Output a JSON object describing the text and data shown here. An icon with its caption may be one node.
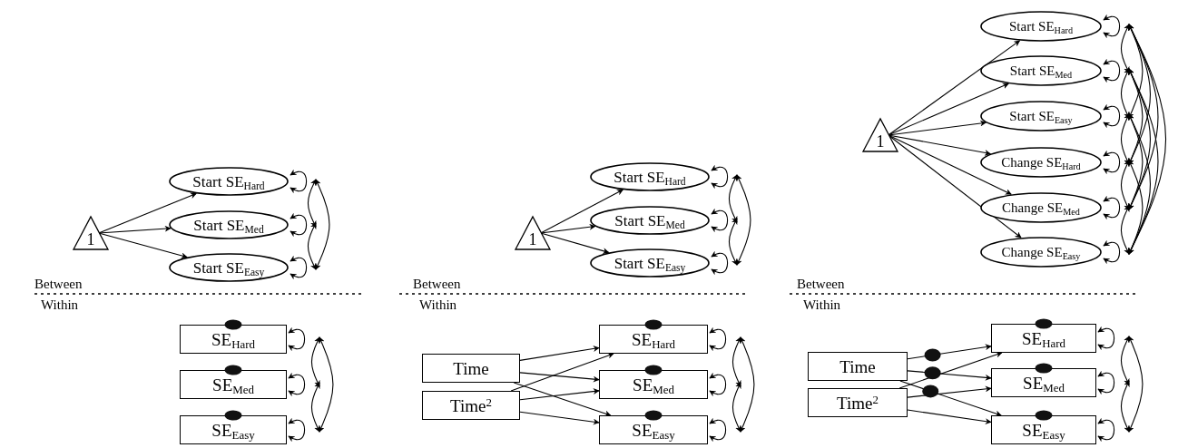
{
  "diagram": {
    "nodes": [
      {
        "text": [
          "1"
        ]
      },
      {
        "text": [
          "Start SE$_{Hard}$"
        ]
      },
      {
        "text": [
          "Start SE$_{Med}$"
        ]
      },
      {
        "text": [
          "Start SE$_{Easy}$"
        ]
      },
      {
        "text": [
          "SE$_{Hard}$"
        ]
      },
      {
        "text": [
          "SE$_{Med}$"
        ]
      },
      {
        "text": [
          "SE$_{Easy}$"
        ]
      },
      {
        "text": [
          "1"
        ]
      },
      {
        "text": [
          "Start SE$_{Hard}$"
        ]
      },
      {
        "text": [
          "Start SE$_{Med}$"
        ]
      },
      {
        "text": [
          "Start SE$_{Easy}$"
        ]
      },
      {
        "text": [
          "Time"
        ]
      },
      {
        "text": [
          "Time$^{2}$"
        ]
      },
      {
        "text": [
          "SE$_{Hard}$"
        ]
      },
      {
        "text": [
          "SE$_{Med}$"
        ]
      },
      {
        "text": [
          "SE$_{Easy}$"
        ]
      },
      {
        "text": [
          "1"
        ]
      },
      {
        "text": [
          "Start SE$_{Hard}$"
        ]
      },
      {
        "text": [
          "Start SE$_{Med}$"
        ]
      },
      {
        "text": [
          "Start SE$_{Easy}$"
        ]
      },
      {
        "text": [
          "Change SE$_{Hard}$"
        ]
      },
      {
        "text": [
          "Change SE$_{Med}$"
        ]
      },
      {
        "text": [
          "Change SE$_{Easy}$"
        ]
      },
      {
        "text": [
          "Time"
        ]
      },
      {
        "text": [
          "Time$^{2}$"
        ]
      },
      {
        "text": [
          "SE$_{Hard}$"
        ]
      },
      {
        "text": [
          "SE$_{Med}$"
        ]
      },
      {
        "text": [
          "SE$_{Easy}$"
        ]
      }
    ],
    "edges": [
      {
        "from": 0,
        "to": 1,
        "arrow": "to"
      },
      {
        "from": 0,
        "to": 2,
        "arrow": "to"
      },
      {
        "from": 0,
        "to": 3,
        "arrow": "to"
      },
      {
        "from": 1,
        "to": 1,
        "arrow": "both"
      },
      {
        "from": 2,
        "to": 2,
        "arrow": "both"
      },
      {
        "from": 3,
        "to": 3,
        "arrow": "both"
      },
      {
        "from": 1,
        "to": 2,
        "arrow": "both"
      },
      {
        "from": 2,
        "to": 3,
        "arrow": "both"
      },
      {
        "from": 1,
        "to": 3,
        "arrow": "both"
      },
      {
        "from": 4,
        "to": 4,
        "arrow": "both"
      },
      {
        "from": 5,
        "to": 5,
        "arrow": "both"
      },
      {
        "from": 6,
        "to": 6,
        "arrow": "both"
      },
      {
        "from": 4,
        "to": 5,
        "arrow": "both"
      },
      {
        "from": 5,
        "to": 6,
        "arrow": "both"
      },
      {
        "from": 4,
        "to": 6,
        "arrow": "both"
      },
      {
        "from": 7,
        "to": 8,
        "arrow": "to"
      },
      {
        "from": 7,
        "to": 9,
        "arrow": "to"
      },
      {
        "from": 7,
        "to": 10,
        "arrow": "to"
      },
      {
        "from": 8,
        "to": 8,
        "arrow": "both"
      },
      {
        "from": 9,
        "to": 9,
        "arrow": "both"
      },
      {
        "from": 10,
        "to": 10,
        "arrow": "both"
      },
      {
        "from": 8,
        "to": 9,
        "arrow": "both"
      },
      {
        "from": 9,
        "to": 10,
        "arrow": "both"
      },
      {
        "from": 8,
        "to": 10,
        "arrow": "both"
      },
      {
        "from": 13,
        "to": 13,
        "arrow": "both"
      },
      {
        "from": 14,
        "to": 14,
        "arrow": "both"
      },
      {
        "from": 15,
        "to": 15,
        "arrow": "both"
      },
      {
        "from": 13,
        "to": 14,
        "arrow": "both"
      },
      {
        "from": 14,
        "to": 15,
        "arrow": "both"
      },
      {
        "from": 13,
        "to": 15,
        "arrow": "both"
      },
      {
        "from": 11,
        "to": 13,
        "arrow": "to"
      },
      {
        "from": 11,
        "to": 14,
        "arrow": "to"
      },
      {
        "from": 11,
        "to": 15,
        "arrow": "to"
      },
      {
        "from": 12,
        "to": 13,
        "arrow": "to"
      },
      {
        "from": 12,
        "to": 14,
        "arrow": "to"
      },
      {
        "from": 12,
        "to": 15,
        "arrow": "to"
      },
      {
        "from": 16,
        "to": 17,
        "arrow": "to"
      },
      {
        "from": 16,
        "to": 18,
        "arrow": "to"
      },
      {
        "from": 16,
        "to": 19,
        "arrow": "to"
      },
      {
        "from": 16,
        "to": 20,
        "arrow": "to"
      },
      {
        "from": 16,
        "to": 21,
        "arrow": "to"
      },
      {
        "from": 16,
        "to": 22,
        "arrow": "to"
      },
      {
        "from": 17,
        "to": 17,
        "arrow": "both"
      },
      {
        "from": 18,
        "to": 18,
        "arrow": "both"
      },
      {
        "from": 19,
        "to": 19,
        "arrow": "both"
      },
      {
        "from": 20,
        "to": 20,
        "arrow": "both"
      },
      {
        "from": 21,
        "to": 21,
        "arrow": "both"
      },
      {
        "from": 22,
        "to": 22,
        "arrow": "both"
      },
      {
        "from": 17,
        "to": 18,
        "arrow": "both"
      },
      {
        "from": 17,
        "to": 19,
        "arrow": "both"
      },
      {
        "from": 17,
        "to": 20,
        "arrow": "both"
      },
      {
        "from": 17,
        "to": 21,
        "arrow": "both"
      },
      {
        "from": 17,
        "to": 22,
        "arrow": "both"
      },
      {
        "from": 18,
        "to": 19,
        "arrow": "both"
      },
      {
        "from": 18,
        "to": 20,
        "arrow": "both"
      },
      {
        "from": 18,
        "to": 21,
        "arrow": "both"
      },
      {
        "from": 18,
        "to": 22,
        "arrow": "both"
      },
      {
        "from": 19,
        "to": 20,
        "arrow": "both"
      },
      {
        "from": 19,
        "to": 21,
        "arrow": "both"
      },
      {
        "from": 19,
        "to": 22,
        "arrow": "both"
      },
      {
        "from": 20,
        "to": 21,
        "arrow": "both"
      },
      {
        "from": 20,
        "to": 22,
        "arrow": "both"
      },
      {
        "from": 21,
        "to": 22,
        "arrow": "both"
      },
      {
        "from": 25,
        "to": 25,
        "arrow": "both"
      },
      {
        "from": 26,
        "to": 26,
        "arrow": "both"
      },
      {
        "from": 27,
        "to": 27,
        "arrow": "both"
      },
      {
        "from": 25,
        "to": 26,
        "arrow": "both"
      },
      {
        "from": 26,
        "to": 27,
        "arrow": "both"
      },
      {
        "from": 25,
        "to": 27,
        "arrow": "both"
      },
      {
        "from": 23,
        "to": 25,
        "arrow": "to"
      },
      {
        "from": 23,
        "to": 26,
        "arrow": "to"
      },
      {
        "from": 23,
        "to": 27,
        "arrow": "to"
      },
      {
        "from": 24,
        "to": 25,
        "arrow": "to"
      },
      {
        "from": 24,
        "to": 26,
        "arrow": "to"
      },
      {
        "from": 24,
        "to": 27,
        "arrow": "to"
      }
    ],
    "labels": [
      "Between",
      "Within",
      "Between",
      "Within",
      "Between",
      "Within"
    ]
  }
}
